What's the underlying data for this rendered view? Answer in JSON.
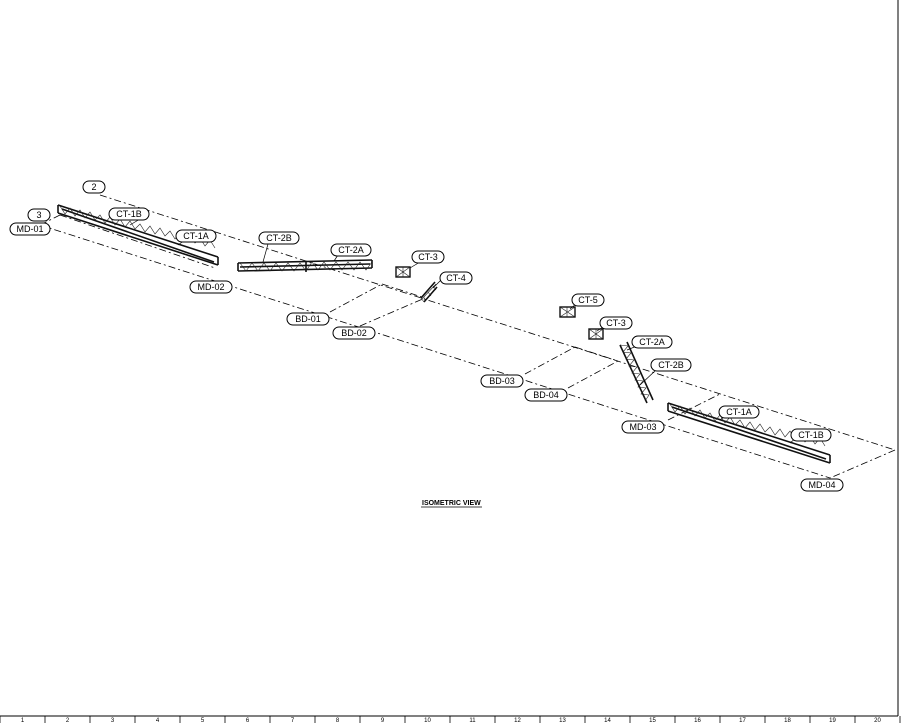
{
  "view_title": "ISOMETRIC VIEW",
  "grid_tags": {
    "tag_2": "2",
    "tag_3": "3",
    "md_01": "MD-01",
    "md_02": "MD-02",
    "md_03": "MD-03",
    "md_04": "MD-04",
    "bd_01": "BD-01",
    "bd_02": "BD-02",
    "bd_03": "BD-03",
    "bd_04": "BD-04"
  },
  "member_tags": {
    "ct1b_left": "CT-1B",
    "ct1a_left": "CT-1A",
    "ct2b_left": "CT-2B",
    "ct2a_left": "CT-2A",
    "ct3_left": "CT-3",
    "ct4": "CT-4",
    "ct5": "CT-5",
    "ct3_right": "CT-3",
    "ct2a_right": "CT-2A",
    "ct2b_right": "CT-2B",
    "ct1a_right": "CT-1A",
    "ct1b_right": "CT-1B"
  },
  "ruler_numbers": [
    "1",
    "2",
    "3",
    "4",
    "5",
    "6",
    "7",
    "8",
    "9",
    "10",
    "11",
    "12",
    "13",
    "14",
    "15",
    "16",
    "17",
    "18",
    "19",
    "20"
  ]
}
